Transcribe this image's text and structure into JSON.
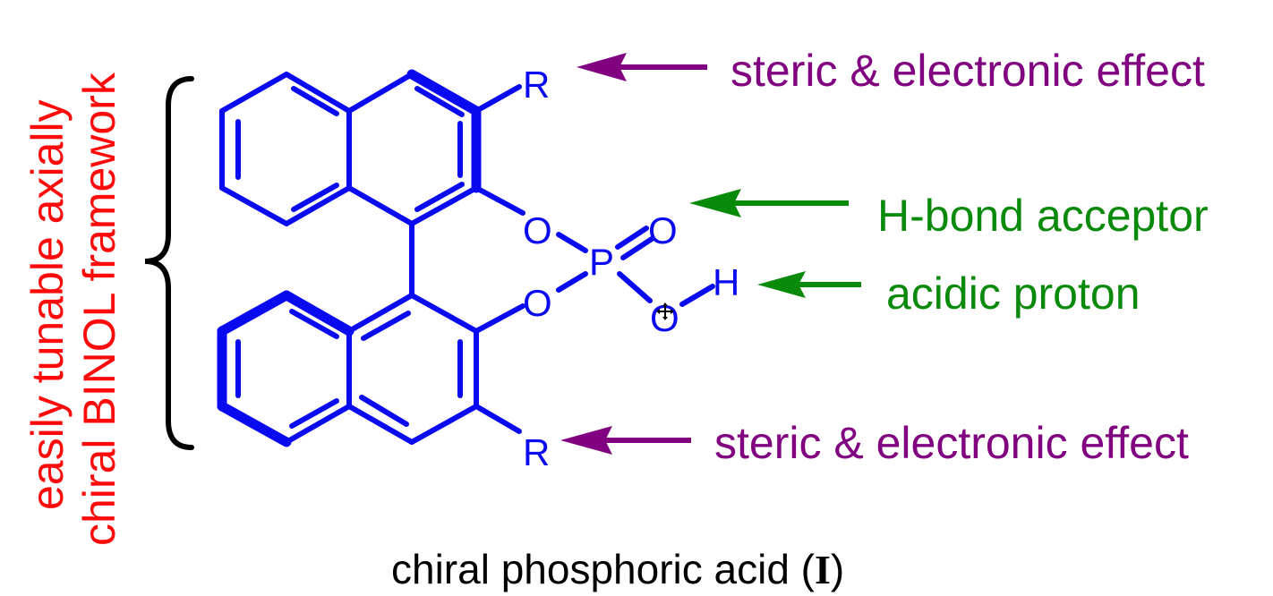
{
  "colors": {
    "molecule": "#0a0af0",
    "steric": "#800080",
    "acceptor": "#0a8a0a",
    "framework": "#ff0a0a",
    "brace": "#000000",
    "caption": "#000000"
  },
  "atoms": {
    "r_top": "R",
    "r_bottom": "R",
    "o_top": "O",
    "o_bottom": "O",
    "p": "P",
    "o_double": "O",
    "o_hydroxyl": "O",
    "h": "H"
  },
  "annotations": {
    "steric_top": "steric & electronic effect",
    "hbond_acceptor": "H-bond acceptor",
    "acidic_proton": "acidic proton",
    "steric_bottom": "steric & electronic effect"
  },
  "framework_label": {
    "line1": "easily tunable axially",
    "line2": "chiral BINOL framework"
  },
  "caption": {
    "text": "chiral phosphoric acid (",
    "label": "I",
    "close": ")"
  },
  "icons": {
    "cursor": "move-cursor-icon",
    "brace": "curly-brace-icon",
    "arrow": "arrow-left-icon"
  }
}
